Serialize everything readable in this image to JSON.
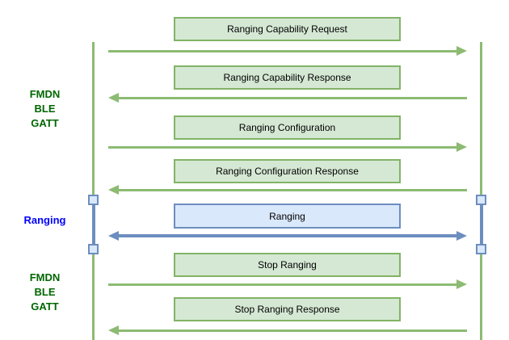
{
  "colors": {
    "green_box_fill": "#d5e8d4",
    "green_box_border": "#82b366",
    "green_line": "#8cbb72",
    "blue_box_fill": "#dae8fc",
    "blue_box_border": "#6c8ebf",
    "blue_line": "#6c8ebf",
    "side_label_green": "#006600",
    "side_label_blue": "#0000ff",
    "message_text": "#000000"
  },
  "side_labels": [
    {
      "lines": [
        "FMDN",
        "BLE",
        "GATT"
      ],
      "color": "green"
    },
    {
      "lines": [
        "Ranging"
      ],
      "color": "blue"
    },
    {
      "lines": [
        "FMDN",
        "BLE",
        "GATT"
      ],
      "color": "green"
    }
  ],
  "messages": [
    {
      "label": "Ranging Capability Request",
      "direction": "right",
      "style": "green"
    },
    {
      "label": "Ranging Capability Response",
      "direction": "left",
      "style": "green"
    },
    {
      "label": "Ranging Configuration",
      "direction": "right",
      "style": "green"
    },
    {
      "label": "Ranging Configuration Response",
      "direction": "left",
      "style": "green"
    },
    {
      "label": "Ranging",
      "direction": "both",
      "style": "blue"
    },
    {
      "label": "Stop Ranging",
      "direction": "right",
      "style": "green"
    },
    {
      "label": "Stop Ranging Response",
      "direction": "left",
      "style": "green"
    }
  ]
}
